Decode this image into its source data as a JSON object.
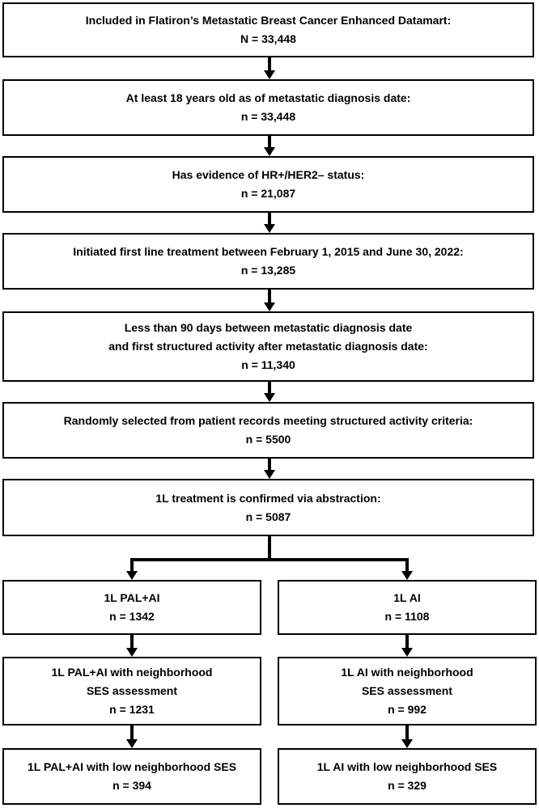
{
  "colors": {
    "line": "#000000",
    "bg": "#ffffff",
    "text": "#000000"
  },
  "boxes": {
    "datamart": {
      "line1": "Included in Flatiron’s Metastatic Breast Cancer Enhanced Datamart:",
      "count": "N = 33,448"
    },
    "age": {
      "line1": "At least 18 years old as of metastatic diagnosis date:",
      "count": "n = 33,448"
    },
    "hr_her2": {
      "line1": "Has evidence of HR+/HER2– status:",
      "count": "n = 21,087"
    },
    "first_line": {
      "line1": "Initiated first line treatment between February 1, 2015 and June 30, 2022:",
      "count": "n = 13,285"
    },
    "activity": {
      "line1": "Less than 90 days between metastatic diagnosis date",
      "line2": "and first structured activity after metastatic diagnosis date:",
      "count": "n = 11,340"
    },
    "random": {
      "line1": "Randomly selected from patient records meeting structured activity criteria:",
      "count": "n = 5500"
    },
    "confirmed": {
      "line1": "1L treatment is confirmed via abstraction:",
      "count": "n = 5087"
    },
    "pal_ai": {
      "line1": "1L PAL+AI",
      "count": "n = 1342"
    },
    "ai": {
      "line1": "1L AI",
      "count": "n = 1108"
    },
    "pal_ai_ses": {
      "line1": "1L PAL+AI with neighborhood",
      "line2": "SES assessment",
      "count": "n = 1231"
    },
    "ai_ses": {
      "line1": "1L AI with neighborhood",
      "line2": "SES assessment",
      "count": "n = 992"
    },
    "pal_ai_low": {
      "line1": "1L PAL+AI with low neighborhood SES",
      "count": "n = 394"
    },
    "ai_low": {
      "line1": "1L AI with low neighborhood SES",
      "count": "n = 329"
    }
  }
}
